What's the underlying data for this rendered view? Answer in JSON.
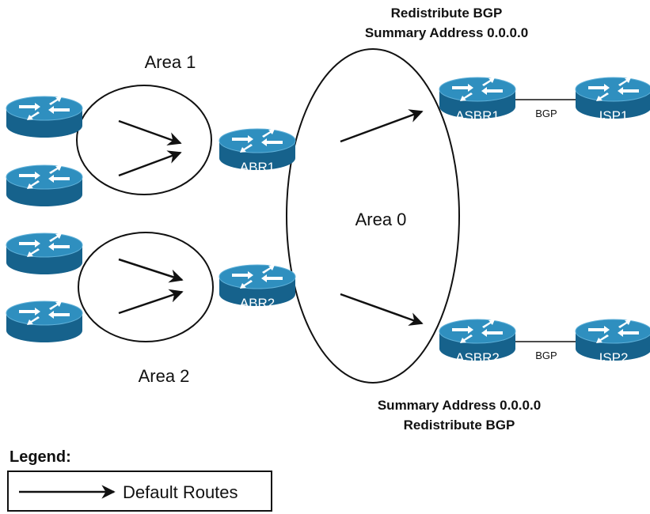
{
  "areas": {
    "area1": "Area 1",
    "area2": "Area 2",
    "area0": "Area 0"
  },
  "routers": {
    "abr1": "ABR1",
    "abr2": "ABR2",
    "asbr1": "ASBR1",
    "asbr2": "ASBR2",
    "isp1": "ISP1",
    "isp2": "ISP2"
  },
  "links": {
    "bgp_top": "BGP",
    "bgp_bottom": "BGP"
  },
  "notes": {
    "top_line1": "Redistribute BGP",
    "top_line2": "Summary Address 0.0.0.0",
    "bottom_line1": "Summary Address 0.0.0.0",
    "bottom_line2": "Redistribute BGP"
  },
  "legend": {
    "title": "Legend:",
    "item_label": "Default Routes"
  },
  "colors": {
    "router_top": "#2f8fbf",
    "router_side": "#16628c",
    "router_dark": "#0d5a85"
  },
  "icons": {
    "router": "router-icon",
    "arrow": "default-route-arrow-icon"
  }
}
